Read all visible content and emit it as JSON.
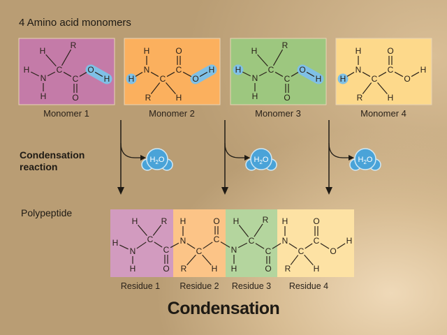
{
  "title": "4 Amino acid monomers",
  "condensation_reaction": [
    "Condensation",
    "reaction"
  ],
  "polypeptide_label": "Polypeptide",
  "caption": "Condensation",
  "water": {
    "label_H": "H",
    "label_sub": "2",
    "label_O": "O"
  },
  "monomers": [
    {
      "label": "Monomer 1",
      "color": "#c47ba8",
      "type": "A",
      "atoms": [
        "H",
        "R",
        "C",
        "H",
        "N",
        "H",
        "C",
        "O",
        "O",
        "H"
      ]
    },
    {
      "label": "Monomer 2",
      "color": "#fbb05e",
      "type": "B",
      "atoms": [
        "H",
        "N",
        "H",
        "C",
        "R",
        "H",
        "C",
        "O",
        "O",
        "H"
      ]
    },
    {
      "label": "Monomer 3",
      "color": "#9dc77f",
      "type": "A",
      "atoms": [
        "H",
        "R",
        "C",
        "H",
        "N",
        "H",
        "C",
        "O",
        "O",
        "H"
      ]
    },
    {
      "label": "Monomer 4",
      "color": "#fdd98b",
      "type": "B",
      "atoms": [
        "H",
        "N",
        "H",
        "C",
        "R",
        "H",
        "C",
        "O",
        "O",
        "H"
      ]
    }
  ],
  "residues": [
    {
      "label": "Residue 1",
      "color": "#d29bbf"
    },
    {
      "label": "Residue 2",
      "color": "#fcc487"
    },
    {
      "label": "Residue 3",
      "color": "#b4d59e"
    },
    {
      "label": "Residue 4",
      "color": "#fde2a4"
    }
  ],
  "polypeptide_atoms": [
    "H",
    "R",
    "C",
    "H",
    "N",
    "H",
    "C",
    "O",
    "N",
    "H",
    "C",
    "R",
    "H",
    "C",
    "O",
    "N",
    "H",
    "H",
    "R",
    "C",
    "C",
    "O",
    "N",
    "H",
    "C",
    "R",
    "H",
    "C",
    "O",
    "O",
    "H"
  ],
  "highlight_color": "#7fc0e6"
}
